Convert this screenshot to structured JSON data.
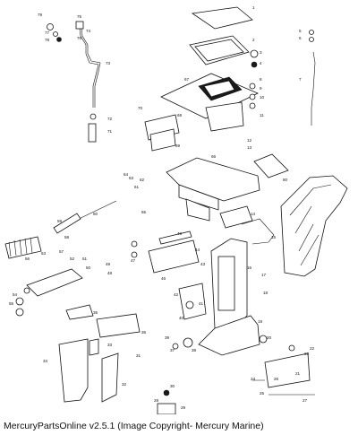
{
  "caption": "MercuryPartsOnline v2.5.1 (Image Copyright- Mercury Marine)",
  "callouts": {
    "n1": "1",
    "n2": "2",
    "n3": "3",
    "n4": "4",
    "n5": "5",
    "n6": "6",
    "n7": "7",
    "n8": "8",
    "n9": "9",
    "n10": "10",
    "n11": "11",
    "n12": "12",
    "n13": "13",
    "n14": "14",
    "n15": "15",
    "n16": "16",
    "n17": "17",
    "n18": "18",
    "n19": "19",
    "n20": "20",
    "n21": "21",
    "n22": "22",
    "n23": "23",
    "n24": "24",
    "n25": "25",
    "n26": "26",
    "n27": "27",
    "n28": "28",
    "n29": "29",
    "n30": "30",
    "n31": "31",
    "n32": "32",
    "n33": "33",
    "n34": "34",
    "n35": "35",
    "n36": "36",
    "n37": "37",
    "n38": "38",
    "n39": "39",
    "n40": "40",
    "n41": "41",
    "n42": "42",
    "n43": "43",
    "n44": "44",
    "n45": "45",
    "n46": "46",
    "n47": "47",
    "n48": "48",
    "n49": "49",
    "n50": "50",
    "n51": "51",
    "n52": "52",
    "n53": "53",
    "n54": "54",
    "n55": "55",
    "n56": "56",
    "n57": "57",
    "n58": "58",
    "n59": "59",
    "n60": "60",
    "n61": "61",
    "n62": "62",
    "n63": "63",
    "n64": "64",
    "n65": "65",
    "n66": "66",
    "n67": "67",
    "n68": "68",
    "n69": "69",
    "n70": "70",
    "n71": "71",
    "n72": "72",
    "n73": "73",
    "n74": "74",
    "n75": "75",
    "n76": "76",
    "n77": "77",
    "n78": "78",
    "n79": "79",
    "n80": "80"
  }
}
